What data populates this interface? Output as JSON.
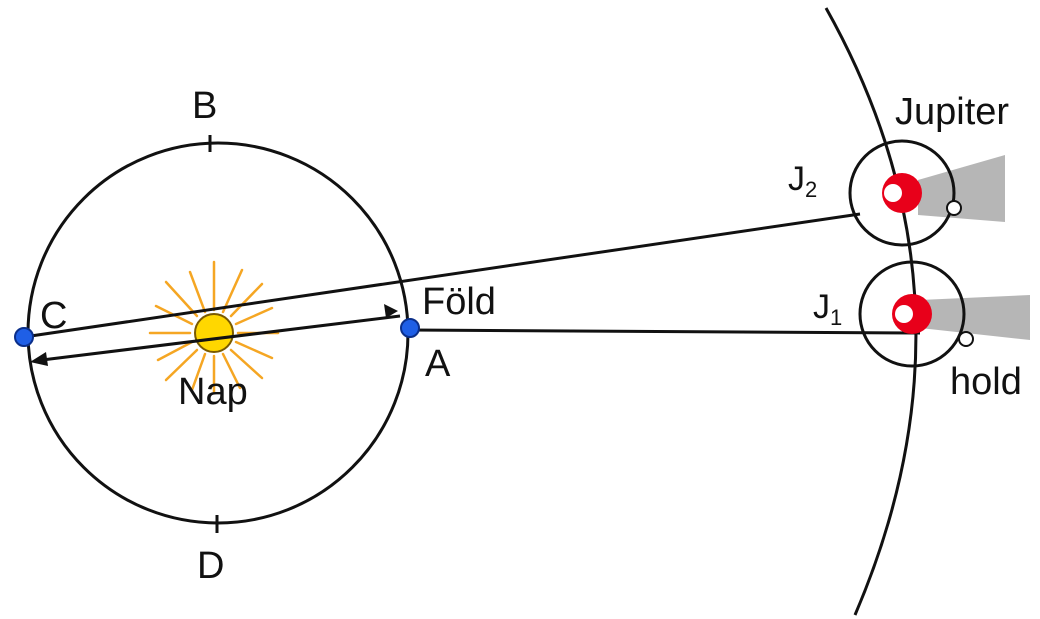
{
  "labels": {
    "B": "B",
    "C": "C",
    "D": "D",
    "A": "A",
    "earth": "Föld",
    "sun": "Nap",
    "jupiter": "Jupiter",
    "moon": "hold",
    "j2_letter": "J",
    "j2_sub": "2",
    "j1_letter": "J",
    "j1_sub": "1"
  },
  "colors": {
    "line": "#111111",
    "earth": "#1f5fe6",
    "earth_rim": "#0b2f8a",
    "sun_fill": "#ffd700",
    "sun_rays": "#f5a623",
    "jupiter": "#e8001a",
    "shadow": "#a9a9a9"
  }
}
